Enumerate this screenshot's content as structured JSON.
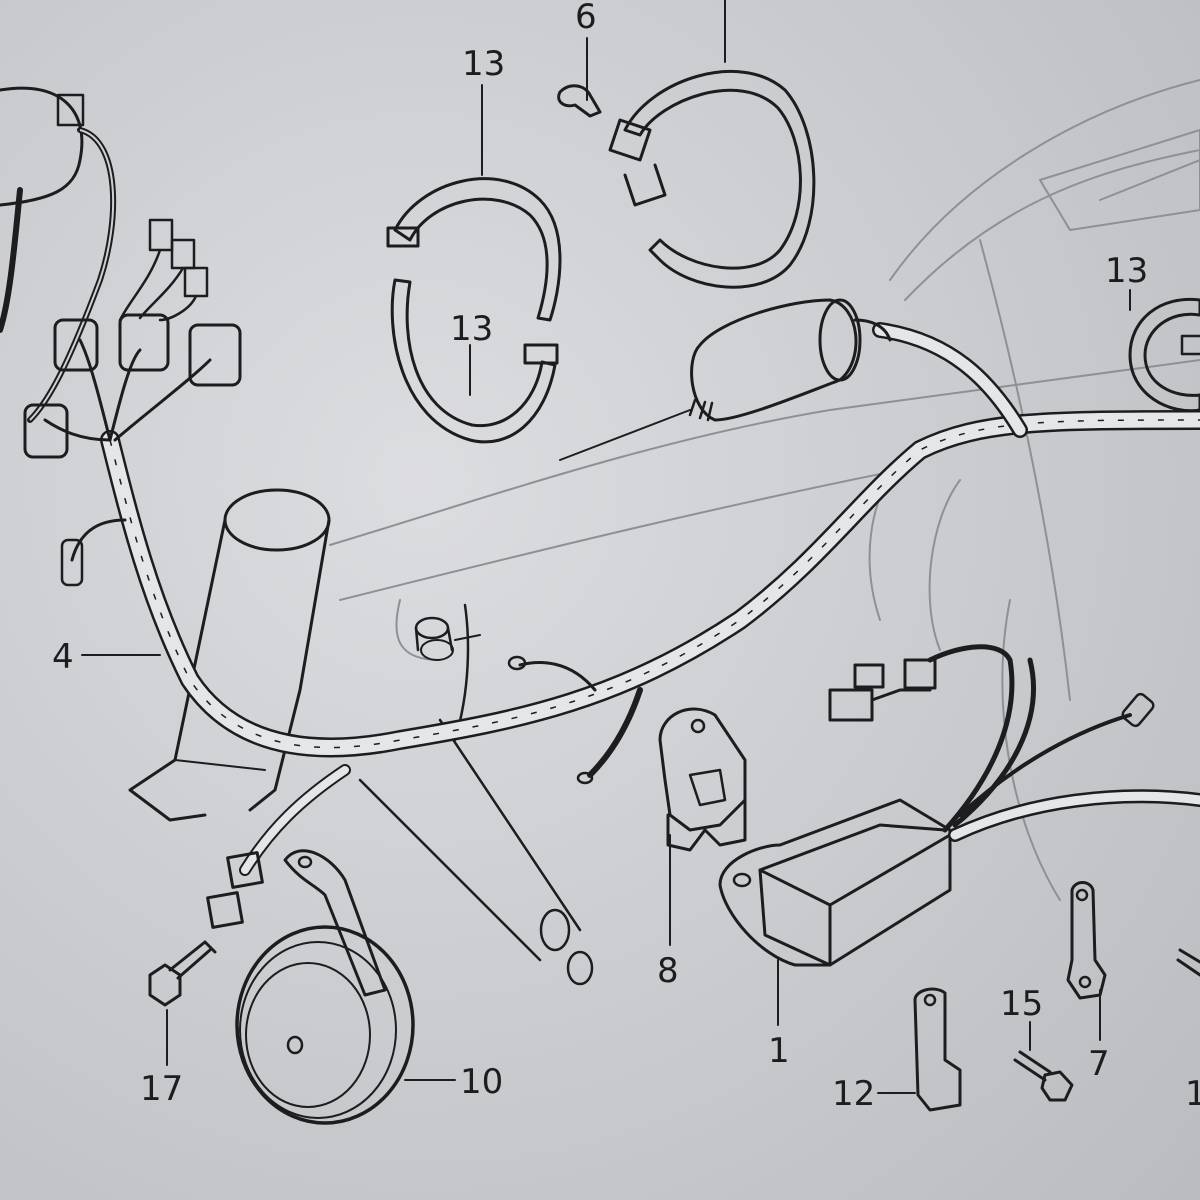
{
  "colors": {
    "paper": "#cfd0d2",
    "ink": "#1d1d1f",
    "ghost_line": "#8f9093"
  },
  "callouts": {
    "c13_top_left": "13",
    "c6": "6",
    "c13_mid": "13",
    "c13_right": "13",
    "c4": "4",
    "c8": "8",
    "c1": "1",
    "c17": "17",
    "c10": "10",
    "c15": "15",
    "c7": "7",
    "c12": "12",
    "c_cut_right": "1"
  }
}
